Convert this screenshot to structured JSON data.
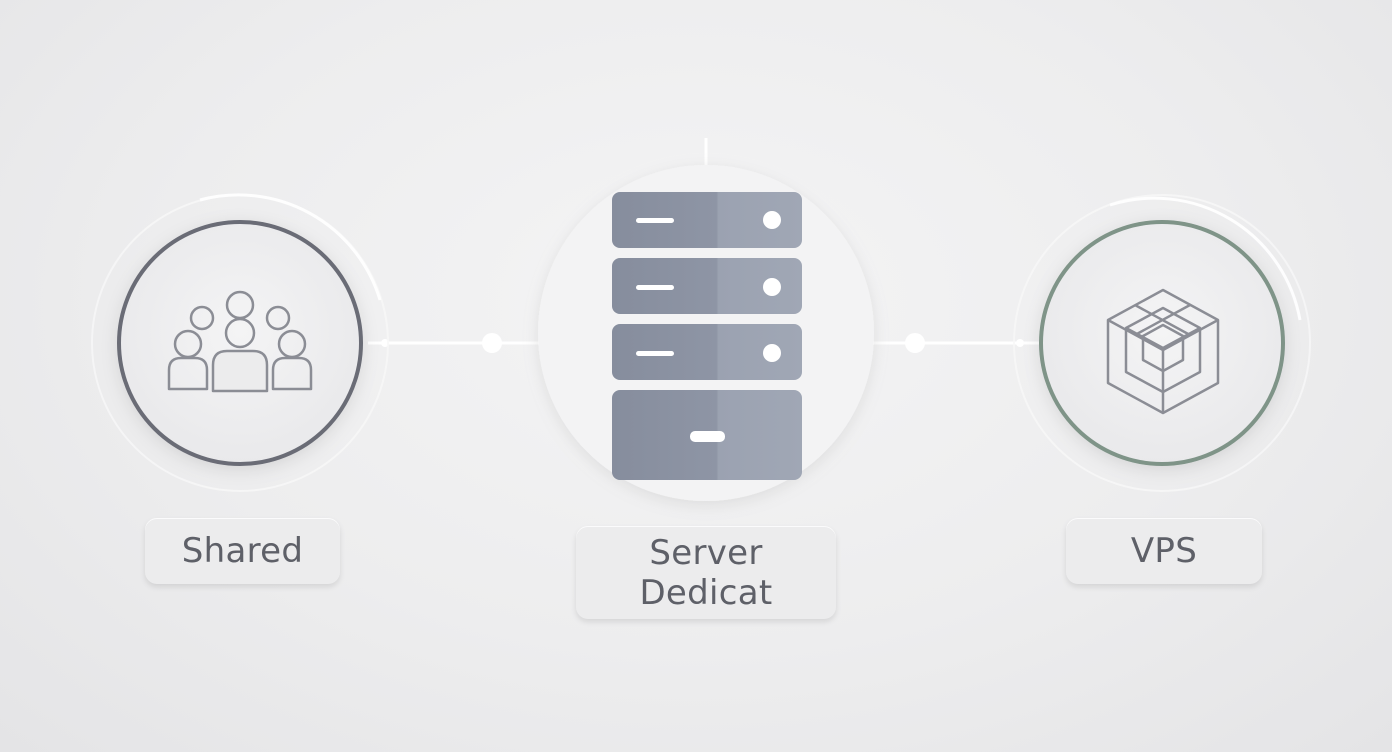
{
  "nodes": [
    {
      "id": "shared",
      "lines": [
        "Shared"
      ],
      "icon": "people-group-icon",
      "ring_color": "#6a6c76"
    },
    {
      "id": "dedicated",
      "lines": [
        "Server",
        "Dedicat"
      ],
      "icon": "server-rack-icon",
      "ring_color": "#f3f3f4"
    },
    {
      "id": "vps",
      "lines": [
        "VPS"
      ],
      "icon": "isometric-cube-icon",
      "ring_color": "#7f9488"
    }
  ],
  "colors": {
    "server_unit": "#8f96a6",
    "server_unit_light": "#a3aab8",
    "icon_stroke": "#8b8d95",
    "connector": "#ffffff",
    "text": "#5e6068"
  }
}
